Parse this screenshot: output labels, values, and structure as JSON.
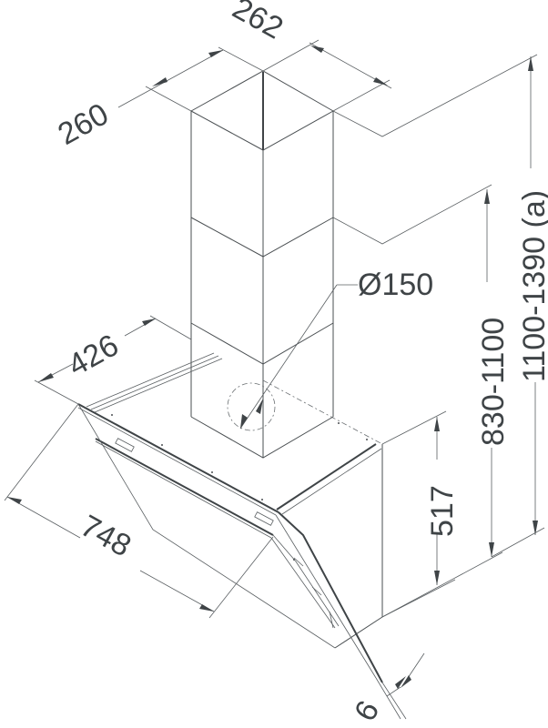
{
  "drawing": {
    "subject": "chimney range hood dimension drawing",
    "units": "mm",
    "line_color": "#4a4f52",
    "text_color": "#3f4447",
    "background": "#ffffff"
  },
  "dimensions": {
    "chimney_width": "262",
    "chimney_depth": "260",
    "hood_depth": "426",
    "duct_diameter": "Ø150",
    "hood_width": "748",
    "hood_height": "517",
    "height_range_short": "830-1100",
    "height_range_tall": "1100-1390 (a)",
    "glass_thickness": "6"
  }
}
